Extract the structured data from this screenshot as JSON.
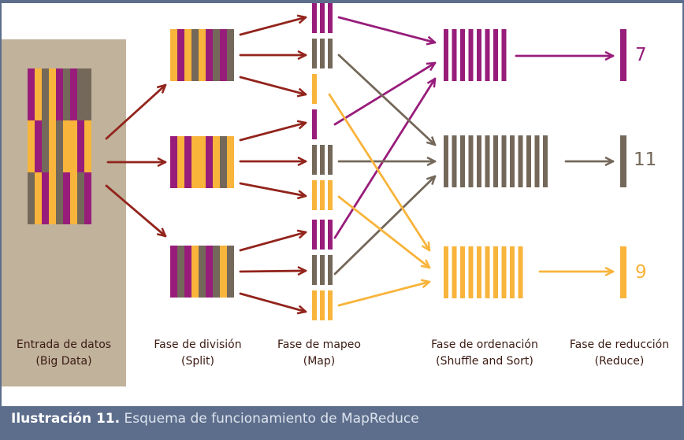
{
  "colors": {
    "purple": "#981d7b",
    "brown": "#74685a",
    "yellow": "#f8b43b",
    "arrow_red": "#92241c",
    "panel_beige": "#c0b29b",
    "caption_bar": "#5d6e8c",
    "label_text": "#3b1a12"
  },
  "stages": {
    "input": {
      "line1": "Entrada de datos",
      "line2": "(Big Data)"
    },
    "split": {
      "line1": "Fase de división",
      "line2": "(Split)"
    },
    "map": {
      "line1": "Fase de mapeo",
      "line2": "(Map)"
    },
    "sort": {
      "line1": "Fase de ordenación",
      "line2": "(Shuffle and Sort)"
    },
    "reduce": {
      "line1": "Fase de reducción",
      "line2": "(Reduce)"
    }
  },
  "results": {
    "purple": "7",
    "brown": "11",
    "yellow": "9"
  },
  "caption": {
    "lead": "Ilustración 11.",
    "text": "Esquema de funcionamiento de MapReduce"
  }
}
